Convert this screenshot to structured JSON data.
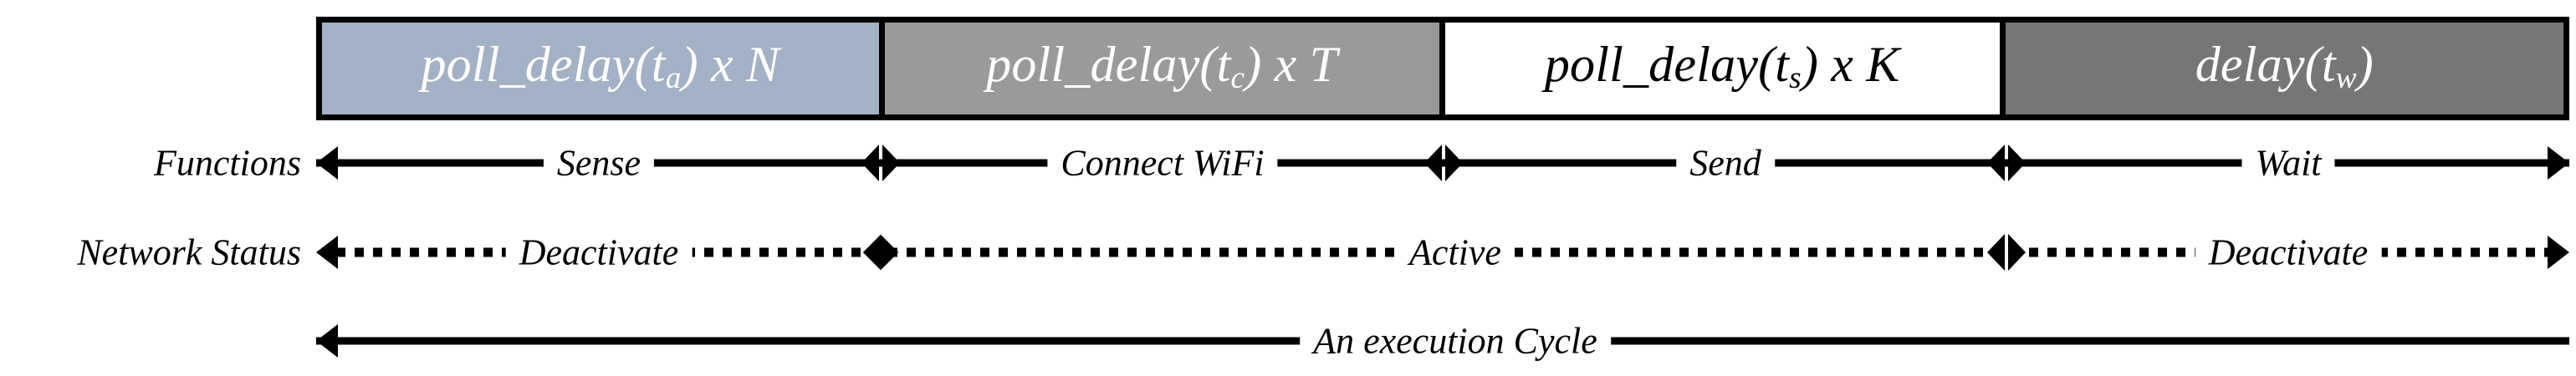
{
  "figure": {
    "type": "timing-diagram",
    "title_visible": false,
    "background_color": "#ffffff",
    "outline_color": "#000000"
  },
  "phase_bar": {
    "blocks": [
      {
        "id": "poll-delay-ta",
        "text_main": "poll_delay(t",
        "subscript": "a",
        "text_tail": ") x N",
        "fill": "#a3b1c6",
        "text_color": "#ffffff",
        "width_pct": 25.1
      },
      {
        "id": "poll-delay-tc",
        "text_main": "poll_delay(t",
        "subscript": "c",
        "text_tail": ") x T",
        "fill": "#9a9a9a",
        "text_color": "#ffffff",
        "width_pct": 25.0
      },
      {
        "id": "poll-delay-ts",
        "text_main": "poll_delay(t",
        "subscript": "s",
        "text_tail": ") x K",
        "fill": "#ffffff",
        "text_color": "#000000",
        "width_pct": 25.0
      },
      {
        "id": "delay-tw",
        "text_main": "delay(t",
        "subscript": "w",
        "text_tail": ")",
        "fill": "#767676",
        "text_color": "#ffffff",
        "width_pct": 24.9
      }
    ]
  },
  "functions_row": {
    "label": "Functions",
    "line_style": "solid",
    "segments": [
      {
        "id": "sense",
        "label": "Sense"
      },
      {
        "id": "connect-wifi",
        "label": "Connect WiFi"
      },
      {
        "id": "send",
        "label": "Send"
      },
      {
        "id": "wait",
        "label": "Wait"
      }
    ],
    "start_marker": "arrow-left",
    "end_marker": "arrow-right",
    "boundary_marker": "bowtie"
  },
  "network_row": {
    "label": "Network Status",
    "line_style": "dotted",
    "segments": [
      {
        "id": "deactivate-1",
        "label": "Deactivate"
      },
      {
        "id": "active",
        "label": "Active"
      },
      {
        "id": "deactivate-2",
        "label": "Deactivate"
      }
    ],
    "start_marker": "arrow-left",
    "end_marker": "arrow-right",
    "boundary_marker": "diamond"
  },
  "cycle_row": {
    "label": "An execution Cycle",
    "line_style": "solid",
    "start_marker": "arrow-left",
    "end_marker": "none"
  }
}
